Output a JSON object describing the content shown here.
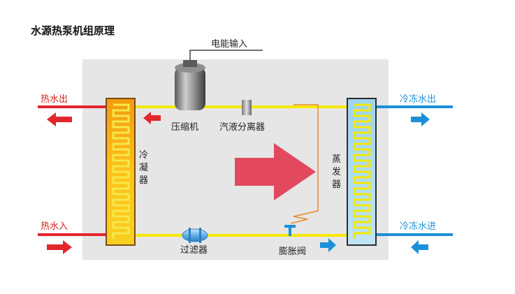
{
  "title": "水源热泵机组原理",
  "power_input": "电能输入",
  "compressor": "压缩机",
  "separator": "汽液分离器",
  "filter": "过滤器",
  "expansion_valve": "膨胀阀",
  "condenser": [
    "冷",
    "凝",
    "器"
  ],
  "evaporator": [
    "蒸",
    "发",
    "器"
  ],
  "hot_water_out": "热水出",
  "hot_water_in": "热水入",
  "chilled_water_out": "冷冻水出",
  "chilled_water_in": "冷冻水进",
  "colors": {
    "pipe": "#f5e800",
    "hot": "#e3262c",
    "cold": "#1a90d8",
    "flow_arrow": "#e2495e",
    "box": "#e6e6e6",
    "condenser_fill": "#fbb416",
    "evaporator_fill": "#a8d8f0"
  }
}
